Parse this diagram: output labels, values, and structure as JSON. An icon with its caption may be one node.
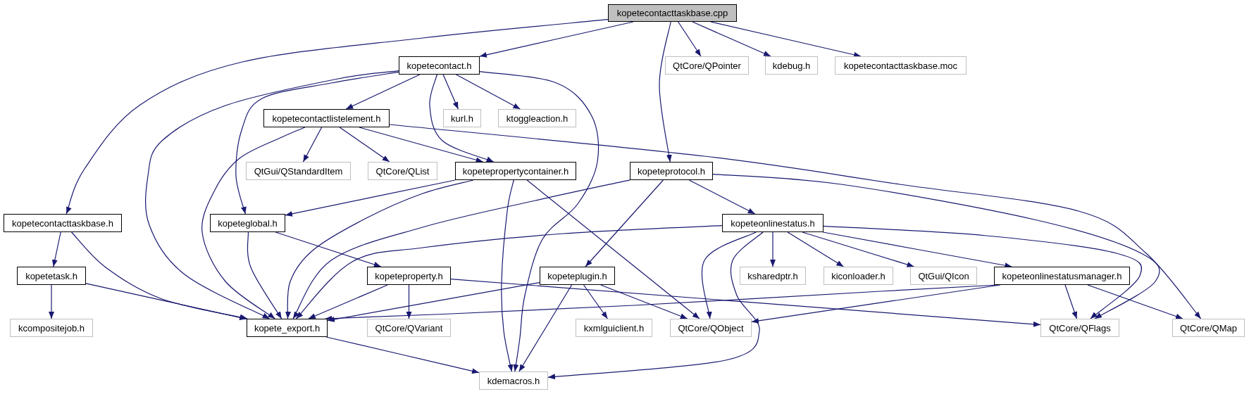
{
  "diagram": {
    "nodes": [
      {
        "text": [
          "kopetecontacttaskbase.cpp"
        ]
      },
      {
        "text": [
          "kopetecontact.h"
        ]
      },
      {
        "text": [
          "kopetecontacttaskbase.h"
        ]
      },
      {
        "text": [
          "kopetecontactlistelement.h"
        ]
      },
      {
        "text": [
          "kurl.h"
        ]
      },
      {
        "text": [
          "ktoggleaction.h"
        ]
      },
      {
        "text": [
          "QtCore/QPointer"
        ]
      },
      {
        "text": [
          "kdebug.h"
        ]
      },
      {
        "text": [
          "kopetecontacttaskbase.moc"
        ]
      },
      {
        "text": [
          "QtGui/QStandardItem"
        ]
      },
      {
        "text": [
          "QtCore/QList"
        ]
      },
      {
        "text": [
          "kopetepropertycontainer.h"
        ]
      },
      {
        "text": [
          "kopeteprotocol.h"
        ]
      },
      {
        "text": [
          "kopeteglobal.h"
        ]
      },
      {
        "text": [
          "kopeteonlinestatus.h"
        ]
      },
      {
        "text": [
          "kopetetask.h"
        ]
      },
      {
        "text": [
          "kopeteproperty.h"
        ]
      },
      {
        "text": [
          "kopeteplugin.h"
        ]
      },
      {
        "text": [
          "ksharedptr.h"
        ]
      },
      {
        "text": [
          "kiconloader.h"
        ]
      },
      {
        "text": [
          "QtGui/QIcon"
        ]
      },
      {
        "text": [
          "kopeteonlinestatusmanager.h"
        ]
      },
      {
        "text": [
          "kcompositejob.h"
        ]
      },
      {
        "text": [
          "kopete_export.h"
        ]
      },
      {
        "text": [
          "QtCore/QVariant"
        ]
      },
      {
        "text": [
          "kxmlguiclient.h"
        ]
      },
      {
        "text": [
          "QtCore/QObject"
        ]
      },
      {
        "text": [
          "QtCore/QFlags"
        ]
      },
      {
        "text": [
          "QtCore/QMap"
        ]
      },
      {
        "text": [
          "kdemacros.h"
        ]
      }
    ],
    "edges": [
      {
        "from": 0,
        "to": 2,
        "arrow": "to"
      },
      {
        "from": 0,
        "to": 1,
        "arrow": "to"
      },
      {
        "from": 0,
        "to": 12,
        "arrow": "to"
      },
      {
        "from": 0,
        "to": 6,
        "arrow": "to"
      },
      {
        "from": 0,
        "to": 7,
        "arrow": "to"
      },
      {
        "from": 0,
        "to": 8,
        "arrow": "to"
      },
      {
        "from": 1,
        "to": 3,
        "arrow": "to"
      },
      {
        "from": 1,
        "to": 23,
        "arrow": "to"
      },
      {
        "from": 1,
        "to": 13,
        "arrow": "to"
      },
      {
        "from": 1,
        "to": 11,
        "arrow": "to"
      },
      {
        "from": 1,
        "to": 4,
        "arrow": "to"
      },
      {
        "from": 1,
        "to": 5,
        "arrow": "to"
      },
      {
        "from": 1,
        "to": 29,
        "arrow": "to"
      },
      {
        "from": 3,
        "to": 23,
        "arrow": "to"
      },
      {
        "from": 3,
        "to": 9,
        "arrow": "to"
      },
      {
        "from": 3,
        "to": 10,
        "arrow": "to"
      },
      {
        "from": 3,
        "to": 11,
        "arrow": "to"
      },
      {
        "from": 3,
        "to": 28,
        "arrow": "to"
      },
      {
        "from": 11,
        "to": 13,
        "arrow": "to"
      },
      {
        "from": 11,
        "to": 23,
        "arrow": "to"
      },
      {
        "from": 11,
        "to": 29,
        "arrow": "to"
      },
      {
        "from": 11,
        "to": 26,
        "arrow": "to"
      },
      {
        "from": 12,
        "to": 23,
        "arrow": "to"
      },
      {
        "from": 12,
        "to": 17,
        "arrow": "to"
      },
      {
        "from": 12,
        "to": 14,
        "arrow": "to"
      },
      {
        "from": 12,
        "to": 27,
        "arrow": "to"
      },
      {
        "from": 2,
        "to": 15,
        "arrow": "to"
      },
      {
        "from": 2,
        "to": 23,
        "arrow": "to"
      },
      {
        "from": 13,
        "to": 23,
        "arrow": "to"
      },
      {
        "from": 13,
        "to": 16,
        "arrow": "to"
      },
      {
        "from": 15,
        "to": 22,
        "arrow": "to"
      },
      {
        "from": 15,
        "to": 23,
        "arrow": "to"
      },
      {
        "from": 16,
        "to": 23,
        "arrow": "to"
      },
      {
        "from": 16,
        "to": 24,
        "arrow": "to"
      },
      {
        "from": 16,
        "to": 27,
        "arrow": "to"
      },
      {
        "from": 17,
        "to": 23,
        "arrow": "to"
      },
      {
        "from": 17,
        "to": 29,
        "arrow": "to"
      },
      {
        "from": 17,
        "to": 25,
        "arrow": "to"
      },
      {
        "from": 17,
        "to": 26,
        "arrow": "to"
      },
      {
        "from": 14,
        "to": 23,
        "arrow": "to"
      },
      {
        "from": 14,
        "to": 26,
        "arrow": "to"
      },
      {
        "from": 14,
        "to": 29,
        "arrow": "to"
      },
      {
        "from": 14,
        "to": 18,
        "arrow": "to"
      },
      {
        "from": 14,
        "to": 19,
        "arrow": "to"
      },
      {
        "from": 14,
        "to": 20,
        "arrow": "to"
      },
      {
        "from": 14,
        "to": 21,
        "arrow": "to"
      },
      {
        "from": 14,
        "to": 27,
        "arrow": "to"
      },
      {
        "from": 21,
        "to": 23,
        "arrow": "to"
      },
      {
        "from": 21,
        "to": 26,
        "arrow": "to"
      },
      {
        "from": 21,
        "to": 27,
        "arrow": "to"
      },
      {
        "from": 21,
        "to": 28,
        "arrow": "to"
      },
      {
        "from": 23,
        "to": 29,
        "arrow": "to"
      }
    ]
  }
}
